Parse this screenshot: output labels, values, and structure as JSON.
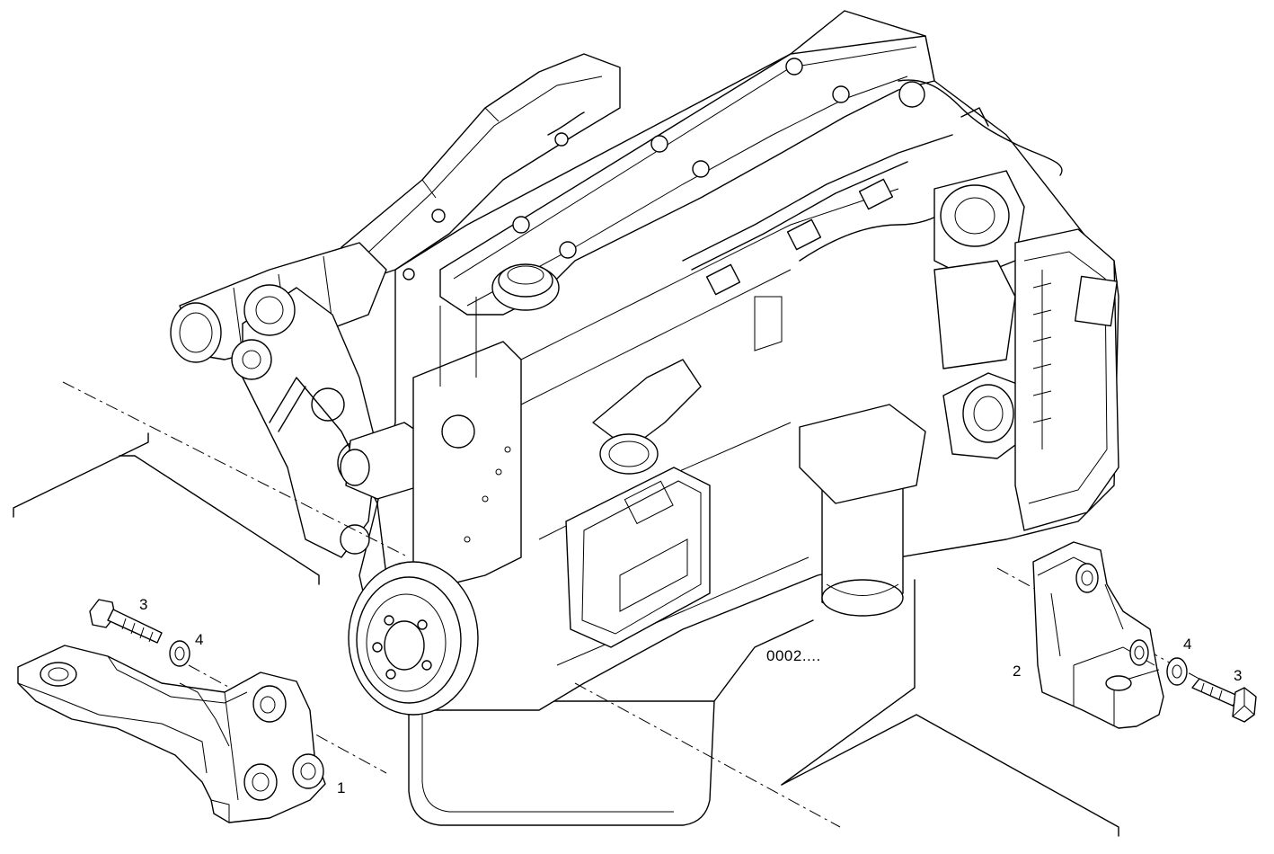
{
  "diagram": {
    "drawing_code": "0002....",
    "callouts": {
      "left_bracket": "1",
      "right_bracket": "2",
      "left_bolt": "3",
      "left_washer": "4",
      "right_washer": "4",
      "right_bolt": "3"
    }
  }
}
